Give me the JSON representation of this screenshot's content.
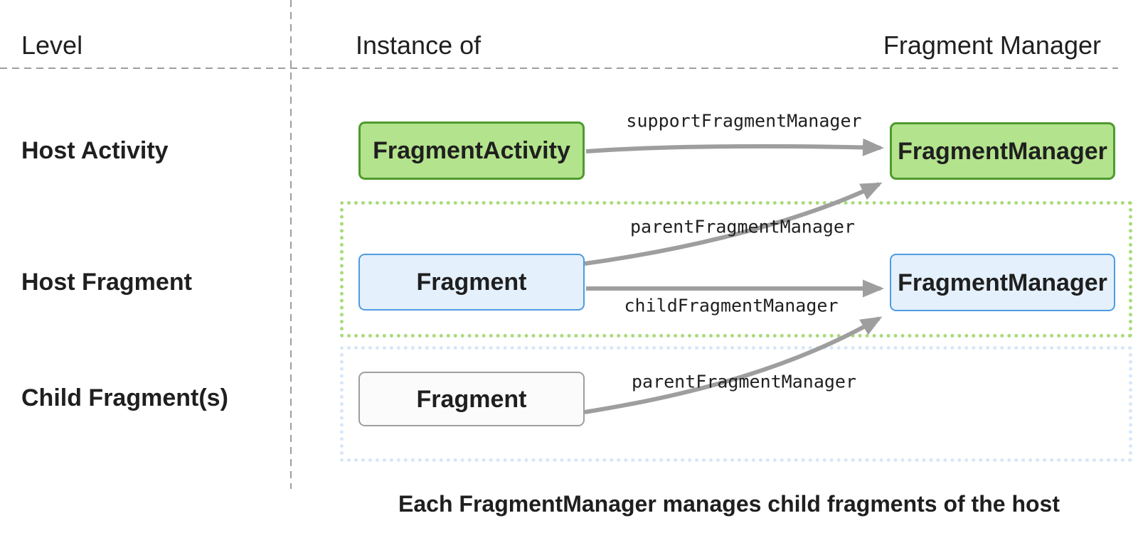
{
  "colors": {
    "text": "#1F1F1F",
    "guide": "#9E9E9E",
    "arrow": "#9E9E9E",
    "green_fill": "#B3E38C",
    "green_border": "#4F9A2F",
    "green_dot": "#A9DB7A",
    "blue_fill": "#E4F0FC",
    "blue_border": "#4E9BE4",
    "blue_dot": "#D8E7F9",
    "neutral_fill": "#FBFBFB",
    "neutral_border": "#9E9E9E"
  },
  "header": {
    "level": "Level",
    "instance_of": "Instance of",
    "fragment_manager": "Fragment Manager"
  },
  "rows": [
    {
      "label": "Host Activity"
    },
    {
      "label": "Host Fragment"
    },
    {
      "label": "Child Fragment(s)"
    }
  ],
  "nodes": {
    "fragment_activity": "FragmentActivity",
    "activity_fragment_manager": "FragmentManager",
    "host_fragment": "Fragment",
    "host_fragment_manager": "FragmentManager",
    "child_fragment": "Fragment"
  },
  "edges": [
    {
      "label": "supportFragmentManager"
    },
    {
      "label": "parentFragmentManager"
    },
    {
      "label": "childFragmentManager"
    },
    {
      "label": "parentFragmentManager"
    }
  ],
  "caption": "Each FragmentManager manages child fragments of the host"
}
